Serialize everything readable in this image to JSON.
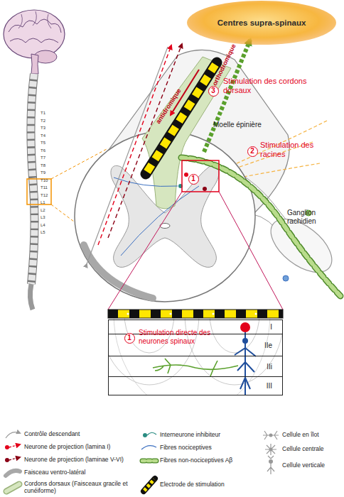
{
  "diagram": {
    "nodes": [
      {
        "text": [
          "Centres supra-spinaux"
        ]
      },
      {
        "text": [
          "I"
        ]
      },
      {
        "text": [
          "IIe"
        ]
      },
      {
        "text": [
          "IIi"
        ]
      },
      {
        "text": [
          "III"
        ]
      }
    ],
    "labels": [
      "T1",
      "T2",
      "T3",
      "T4",
      "T5",
      "T6",
      "T7",
      "T8",
      "T9",
      "T10",
      "T11",
      "T12",
      "L1",
      "L2",
      "L3",
      "L4",
      "L5",
      "orthodromique",
      "antidromique",
      "3",
      "Stimulation des cordons dorsaux",
      "Moelle épinière",
      "2",
      "Stimulation des racines",
      "Ganglion rachidien",
      "1",
      "1",
      "Stimulation directe des neurones spinaux"
    ],
    "legend": [
      {
        "text": "Contrôle descendant"
      },
      {
        "text": "Neurone de projection (lamina I)"
      },
      {
        "text": "Neurone de projection (laminae V-VI)"
      },
      {
        "text": "Faisceau ventro-latéral"
      },
      {
        "text": "Cordons dorsaux (Faisceaux gracile et cunéiforme)"
      },
      {
        "text": "Interneurone inhibiteur"
      },
      {
        "text": "Fibres nociceptives"
      },
      {
        "text": "Fibres non-nociceptives Aβ"
      },
      {
        "text": "Electrode de stimulation"
      },
      {
        "text": "Cellule en îlot"
      },
      {
        "text": "Cellule centrale"
      },
      {
        "text": "Cellule verticale"
      }
    ]
  }
}
